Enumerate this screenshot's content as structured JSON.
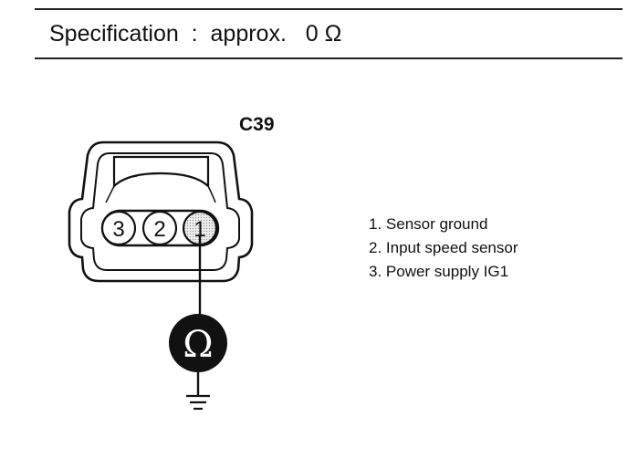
{
  "specification": {
    "label": "Specification",
    "separator": ":",
    "value": "approx.   0 Ω"
  },
  "connector": {
    "name": "C39",
    "pins": [
      "3",
      "2",
      "1"
    ],
    "meter_symbol": "Ω"
  },
  "legend": {
    "items": [
      "1. Sensor ground",
      "2. Input speed sensor",
      "3. Power supply IG1"
    ]
  }
}
